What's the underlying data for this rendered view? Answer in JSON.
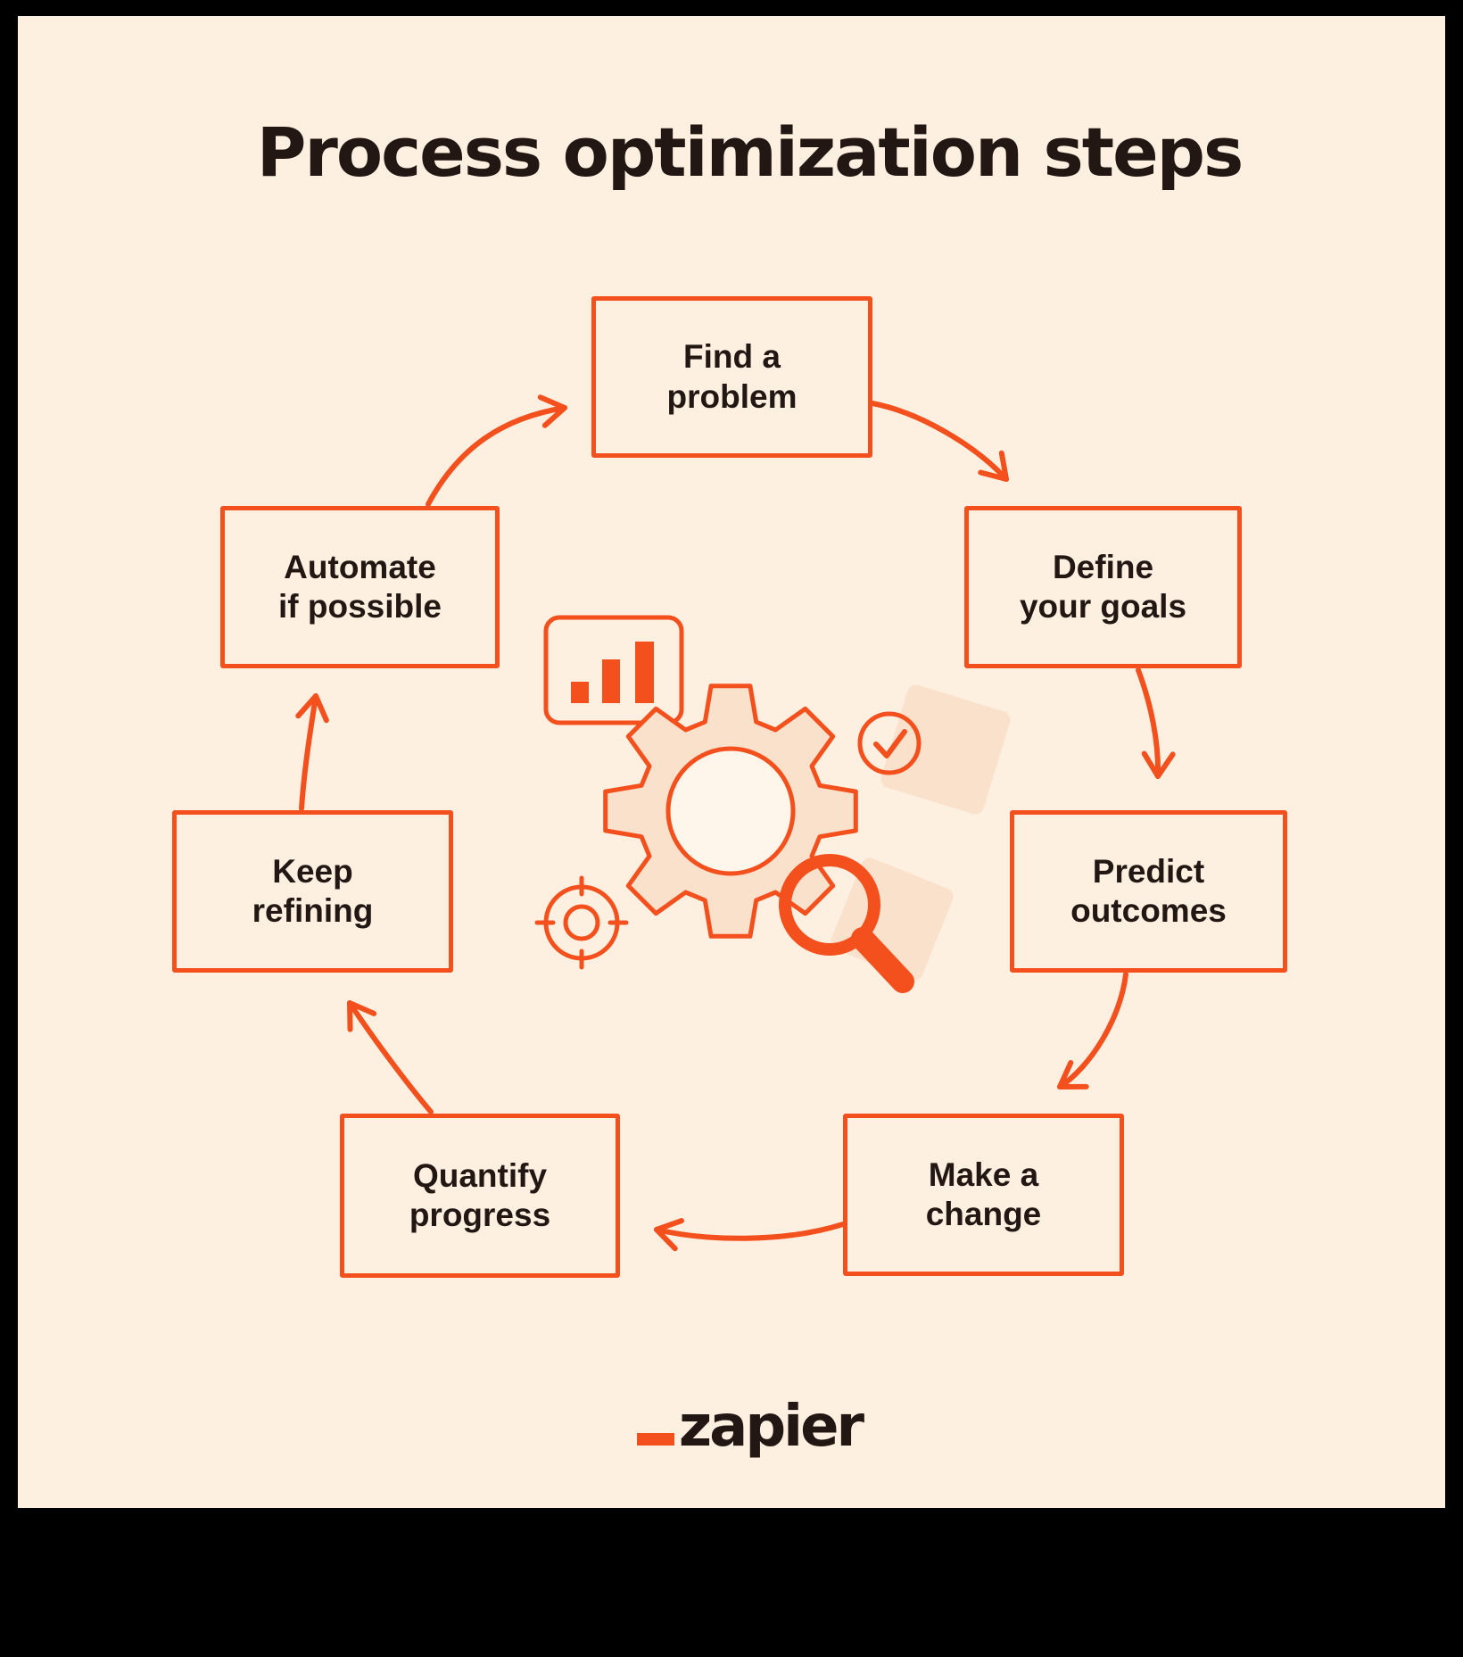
{
  "title": "Process optimization steps",
  "steps": [
    {
      "id": "find-a-problem",
      "label": "Find a\nproblem"
    },
    {
      "id": "define-your-goals",
      "label": "Define\nyour goals"
    },
    {
      "id": "predict-outcomes",
      "label": "Predict\noutcomes"
    },
    {
      "id": "make-a-change",
      "label": "Make a\nchange"
    },
    {
      "id": "quantify-progress",
      "label": "Quantify\nprogress"
    },
    {
      "id": "keep-refining",
      "label": "Keep\nrefining"
    },
    {
      "id": "automate-if-possible",
      "label": "Automate\nif possible"
    }
  ],
  "flow_order": [
    "find-a-problem",
    "define-your-goals",
    "predict-outcomes",
    "make-a-change",
    "quantify-progress",
    "keep-refining",
    "automate-if-possible",
    "find-a-problem"
  ],
  "center_icons": [
    "bar-chart-icon",
    "gear-icon",
    "check-circle-icon",
    "target-icon",
    "magnifier-icon"
  ],
  "logo": {
    "underscore": "_",
    "text": "zapier"
  },
  "colors": {
    "background": "#FDF0E0",
    "frame": "#000000",
    "accent": "#F4501E",
    "ink": "#221713",
    "gear_fill": "#FAE1CB",
    "gear_center_fill": "#FFF6EB"
  }
}
